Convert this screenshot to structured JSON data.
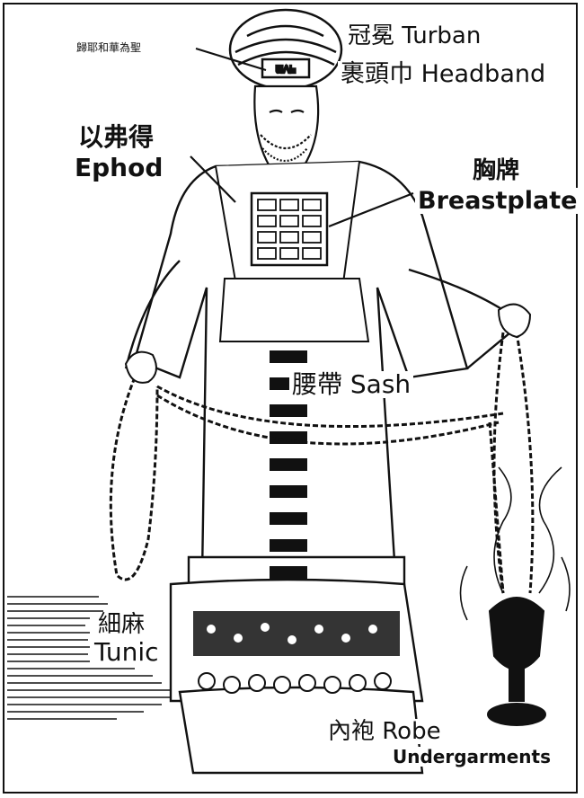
{
  "labels": {
    "holy_inscription": "歸耶和華為聖",
    "turban_zh": "冠冕",
    "turban_en": "Turban",
    "headband": "裹頭巾 Headband",
    "ephod_zh": "以弗得",
    "ephod_en": "Ephod",
    "breastplate_zh": "胸牌",
    "breastplate_en": "Breastplate",
    "sash": "腰帶 Sash",
    "tunic_zh": "細麻",
    "tunic_en": "Tunic",
    "robe_zh": "內袍",
    "robe_en": "Robe",
    "undergarments": "Undergarments"
  },
  "colors": {
    "ink": "#111111",
    "paper": "#ffffff"
  }
}
